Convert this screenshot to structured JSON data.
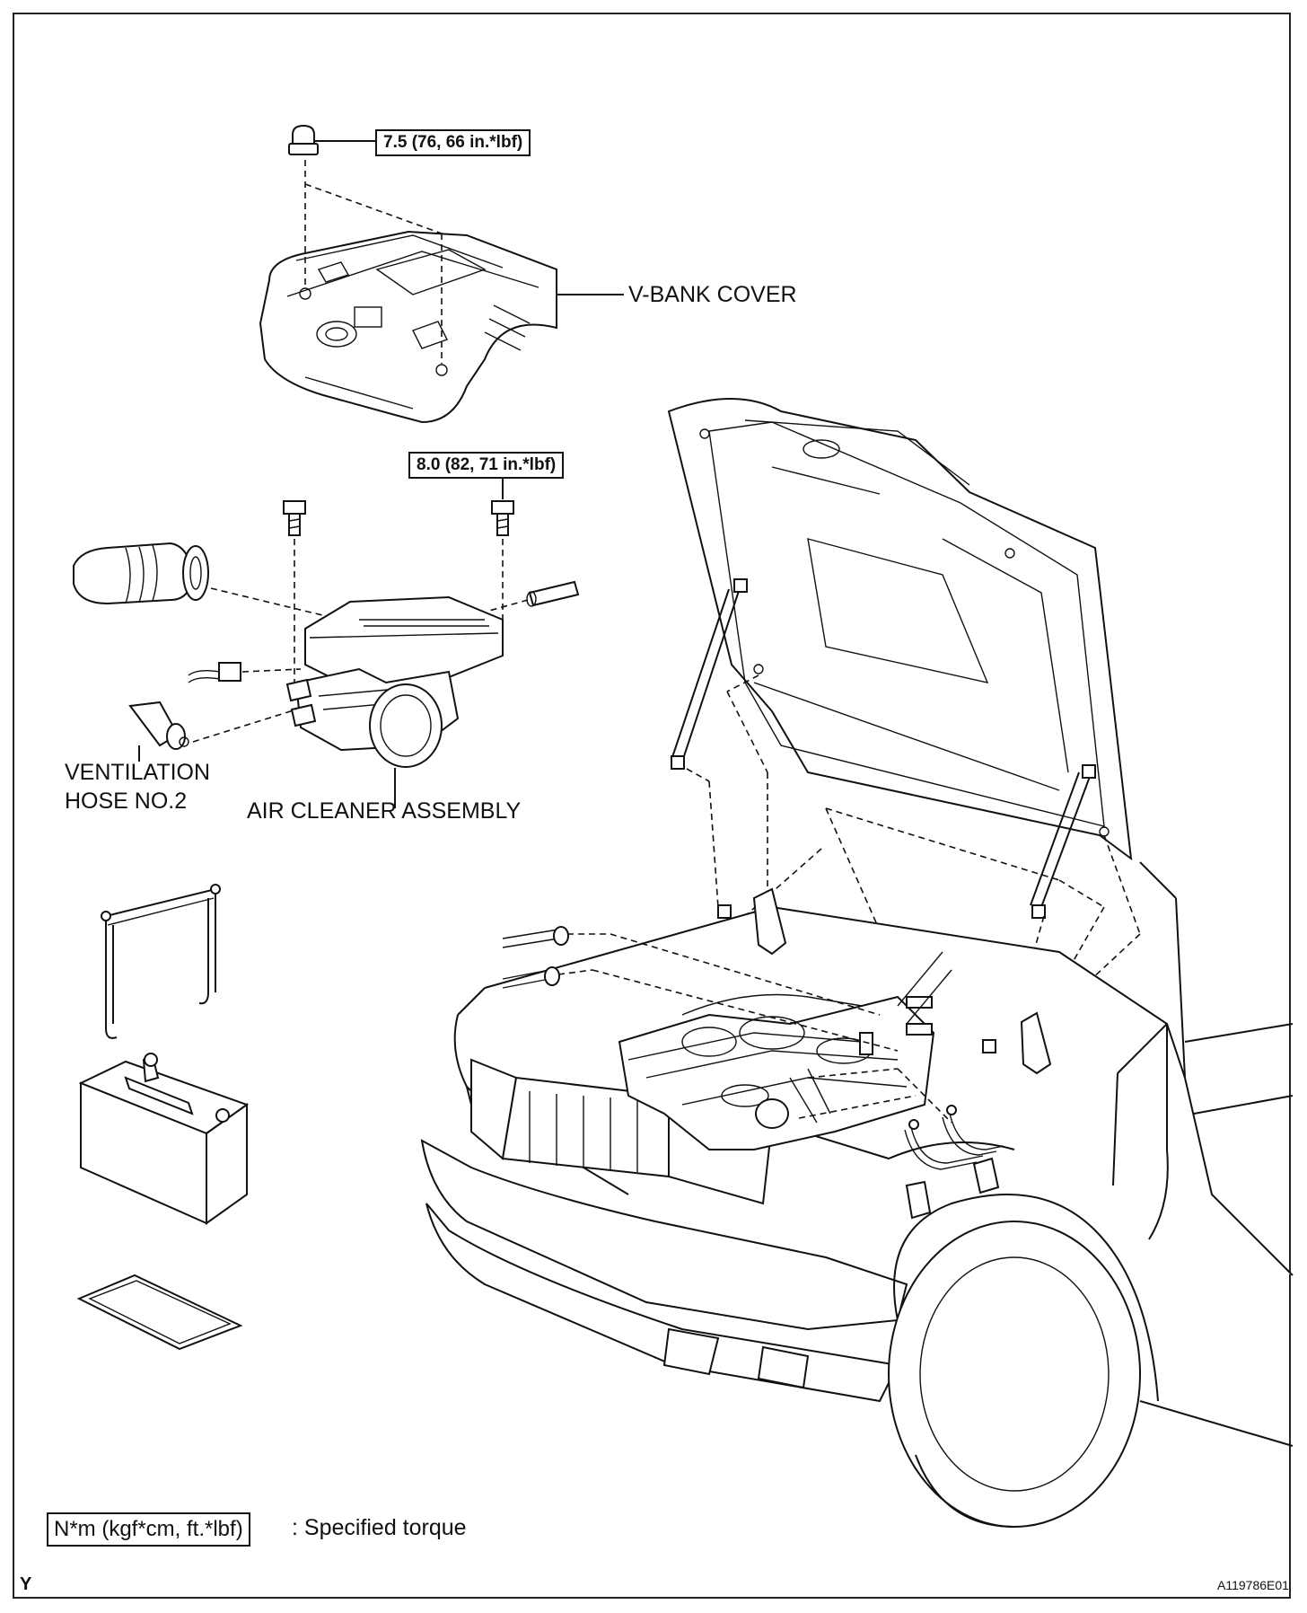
{
  "labels": {
    "vbank_cover": "V-BANK COVER",
    "ventilation_hose_line1": "VENTILATION",
    "ventilation_hose_line2": "HOSE NO.2",
    "air_cleaner_assembly": "AIR CLEANER ASSEMBLY"
  },
  "torques": {
    "vbank_nut": "7.5 (76, 66 in.*lbf)",
    "air_cleaner_bolt": "8.0 (82, 71 in.*lbf)"
  },
  "legend": {
    "box": "N*m (kgf*cm, ft.*lbf)",
    "text": ": Specified torque"
  },
  "corner": {
    "left": "Y",
    "right": "A119786E01"
  }
}
